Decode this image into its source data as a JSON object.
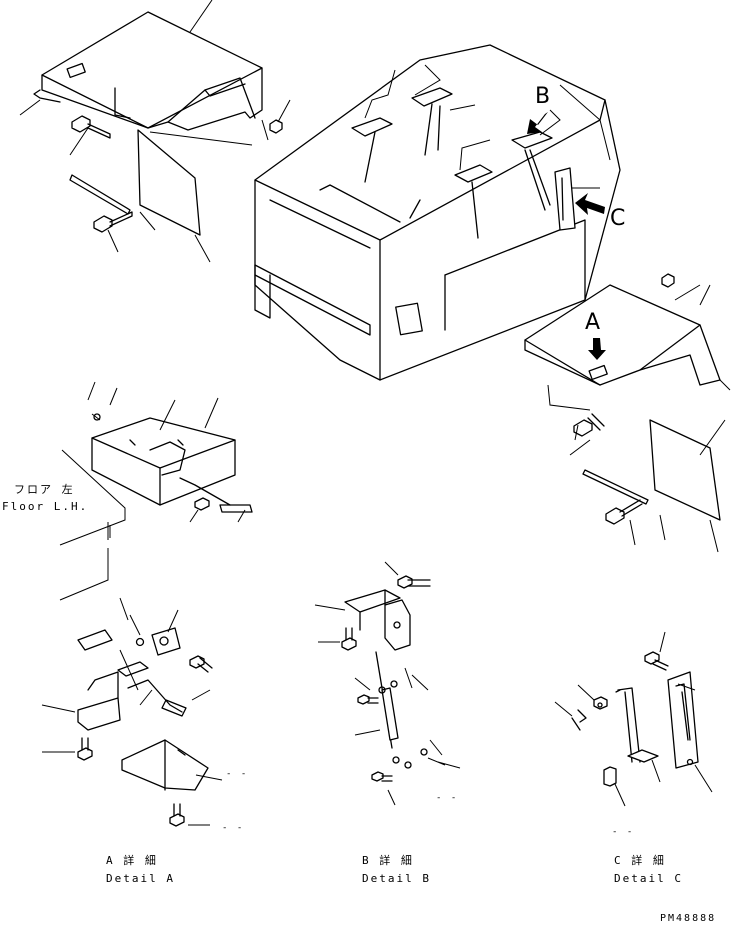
{
  "view_letters": {
    "a": "A",
    "b": "B",
    "c": "C"
  },
  "floor_label": {
    "jp": "フロア 左",
    "en": "Floor L.H."
  },
  "details": [
    {
      "jp": "A 詳 細",
      "en": "Detail A"
    },
    {
      "jp": "B 詳 細",
      "en": "Detail B"
    },
    {
      "jp": "C 詳 細",
      "en": "Detail C"
    }
  ],
  "drawing_number": "PM48888",
  "dash_marks": [
    "- -",
    "- -",
    "- -",
    "- -"
  ]
}
